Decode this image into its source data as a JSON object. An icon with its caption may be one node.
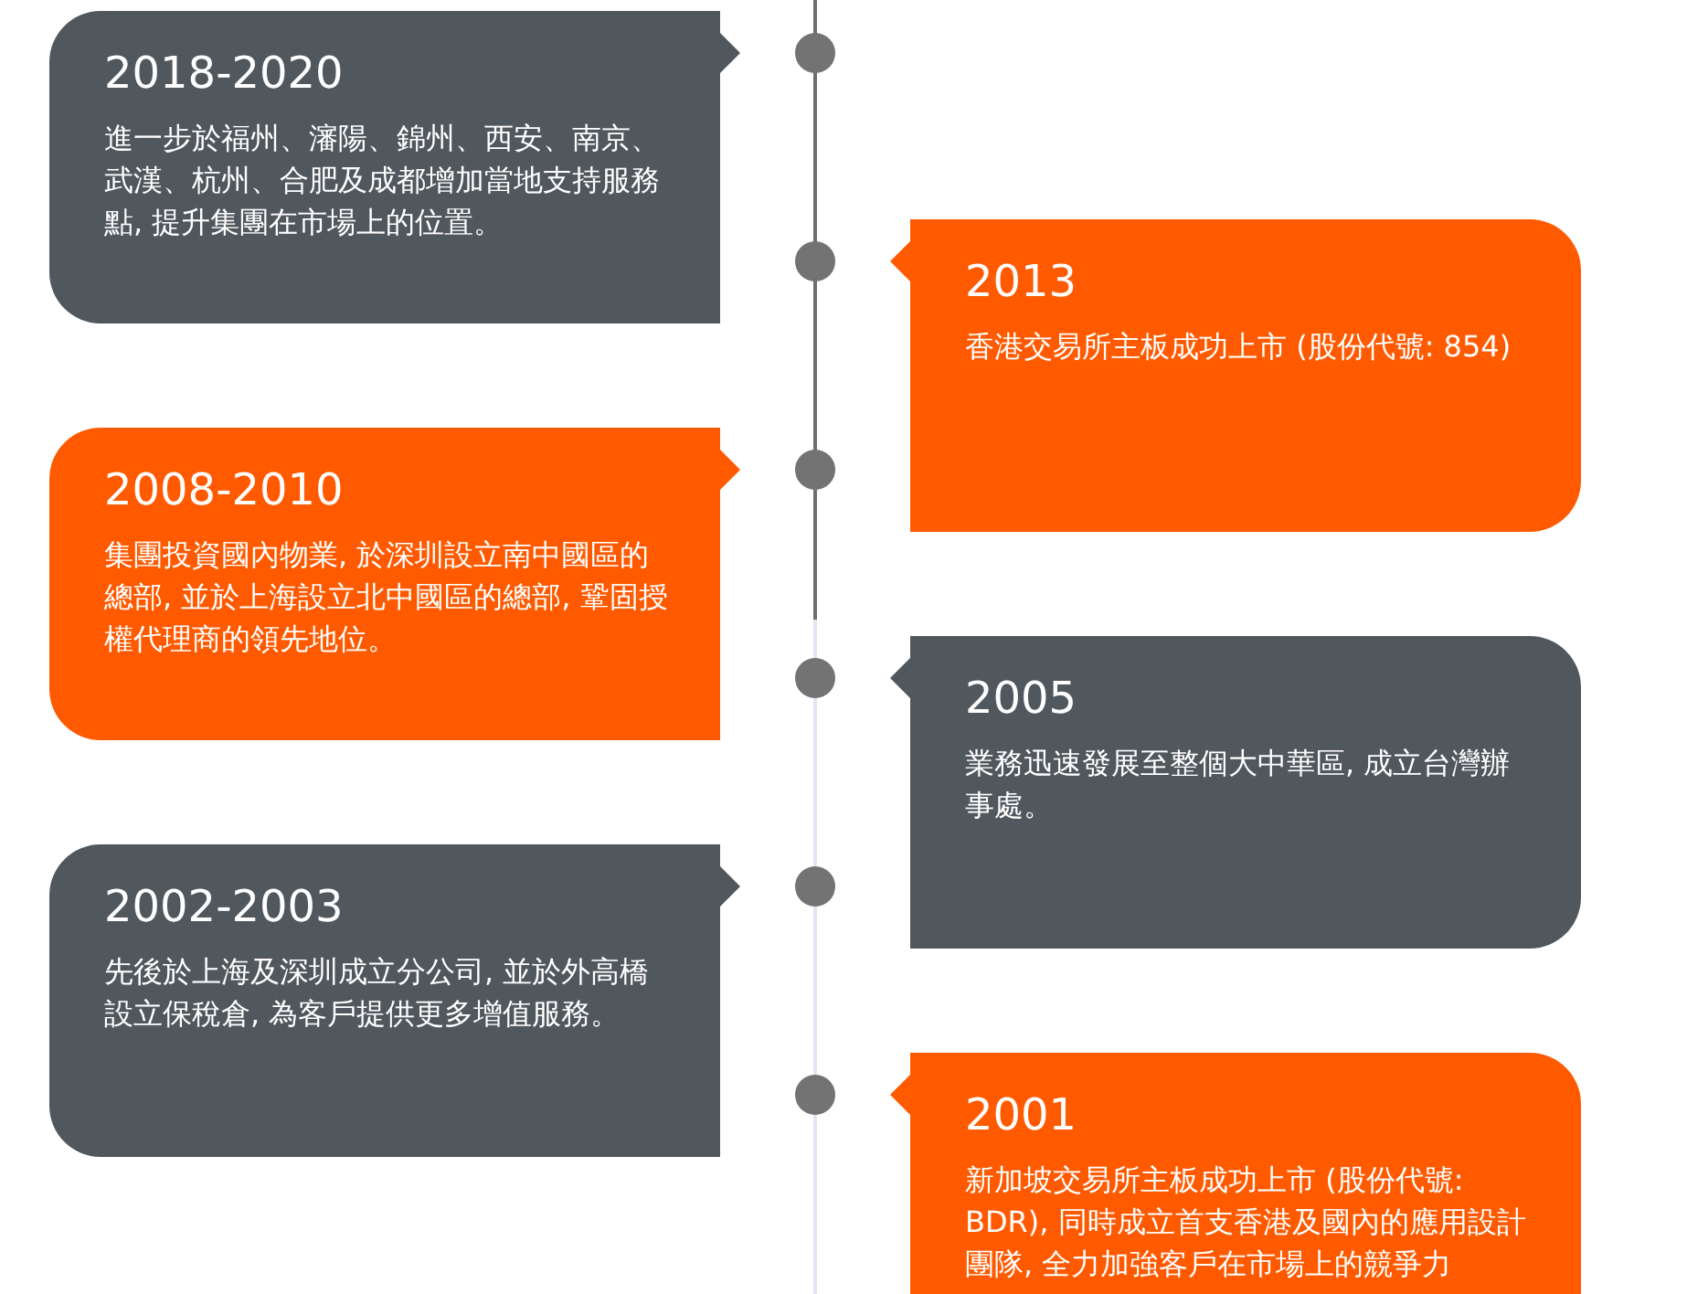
{
  "diagram": {
    "nodes": [
      {
        "text": [
          "2018-2020",
          "進一步於福州、瀋陽、錦州、西安、南京、武漢、杭州、合肥及成都增加當地支持服務點, 提升集團在市場上的位置。"
        ]
      },
      {
        "text": [
          "2013",
          "香港交易所主板成功上市 (股份代號: 854)"
        ]
      },
      {
        "text": [
          "2008-2010",
          "集團投資國內物業, 於深圳設立南中國區的總部, 並於上海設立北中國區的總部, 鞏固授權代理商的領先地位。"
        ]
      },
      {
        "text": [
          "2005",
          "業務迅速發展至整個大中華區, 成立台灣辦事處。"
        ]
      },
      {
        "text": [
          "2002-2003",
          "先後於上海及深圳成立分公司, 並於外高橋設立保稅倉, 為客戶提供更多增值服務。"
        ]
      },
      {
        "text": [
          "2001",
          "新加坡交易所主板成功上市 (股份代號: BDR), 同時成立首支香港及國內的應用設計團隊, 全力加強客戶在市場上的競爭力"
        ]
      }
    ]
  }
}
